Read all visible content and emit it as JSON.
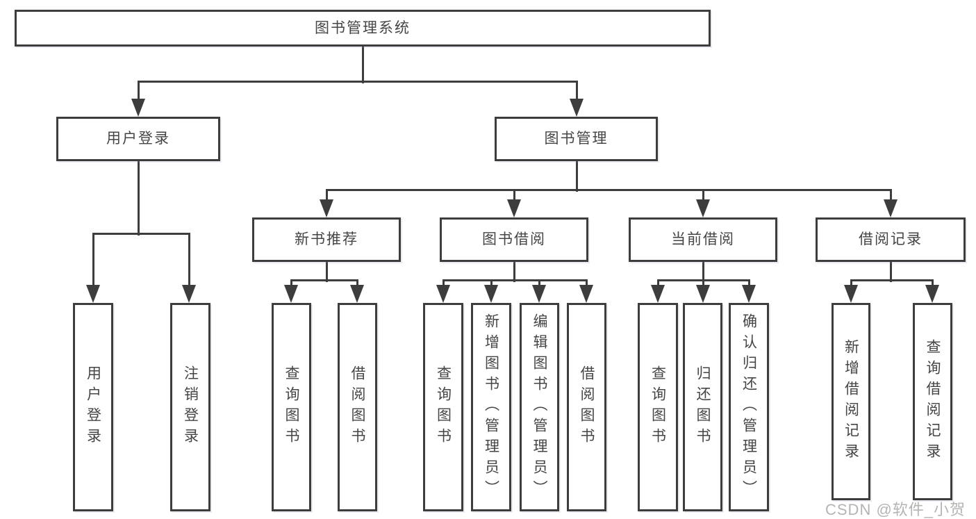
{
  "diagram_title": "图书管理系统",
  "tree": {
    "label": "图书管理系统",
    "children": [
      {
        "label": "用户登录",
        "children": [
          {
            "label": "用户登录"
          },
          {
            "label": "注销登录"
          }
        ]
      },
      {
        "label": "图书管理",
        "children": [
          {
            "label": "新书推荐",
            "children": [
              {
                "label": "查询图书"
              },
              {
                "label": "借阅图书"
              }
            ]
          },
          {
            "label": "图书借阅",
            "children": [
              {
                "label": "查询图书"
              },
              {
                "label": "新增图书（管理员）"
              },
              {
                "label": "编辑图书（管理员）"
              },
              {
                "label": "借阅图书"
              }
            ]
          },
          {
            "label": "当前借阅",
            "children": [
              {
                "label": "查询图书"
              },
              {
                "label": "归还图书"
              },
              {
                "label": "确认归还（管理员）"
              }
            ]
          },
          {
            "label": "借阅记录",
            "children": [
              {
                "label": "新增借阅记录"
              },
              {
                "label": "查询借阅记录"
              }
            ]
          }
        ]
      }
    ]
  },
  "watermark": {
    "text": "CSDN @软件_小贺同学"
  },
  "colors": {
    "line": "#3d3d3d",
    "box_border": "#3d3d3d",
    "box_fill": "#ffffff",
    "text": "#454545",
    "watermark": "#b4b4b4",
    "background": "#ffffff"
  }
}
